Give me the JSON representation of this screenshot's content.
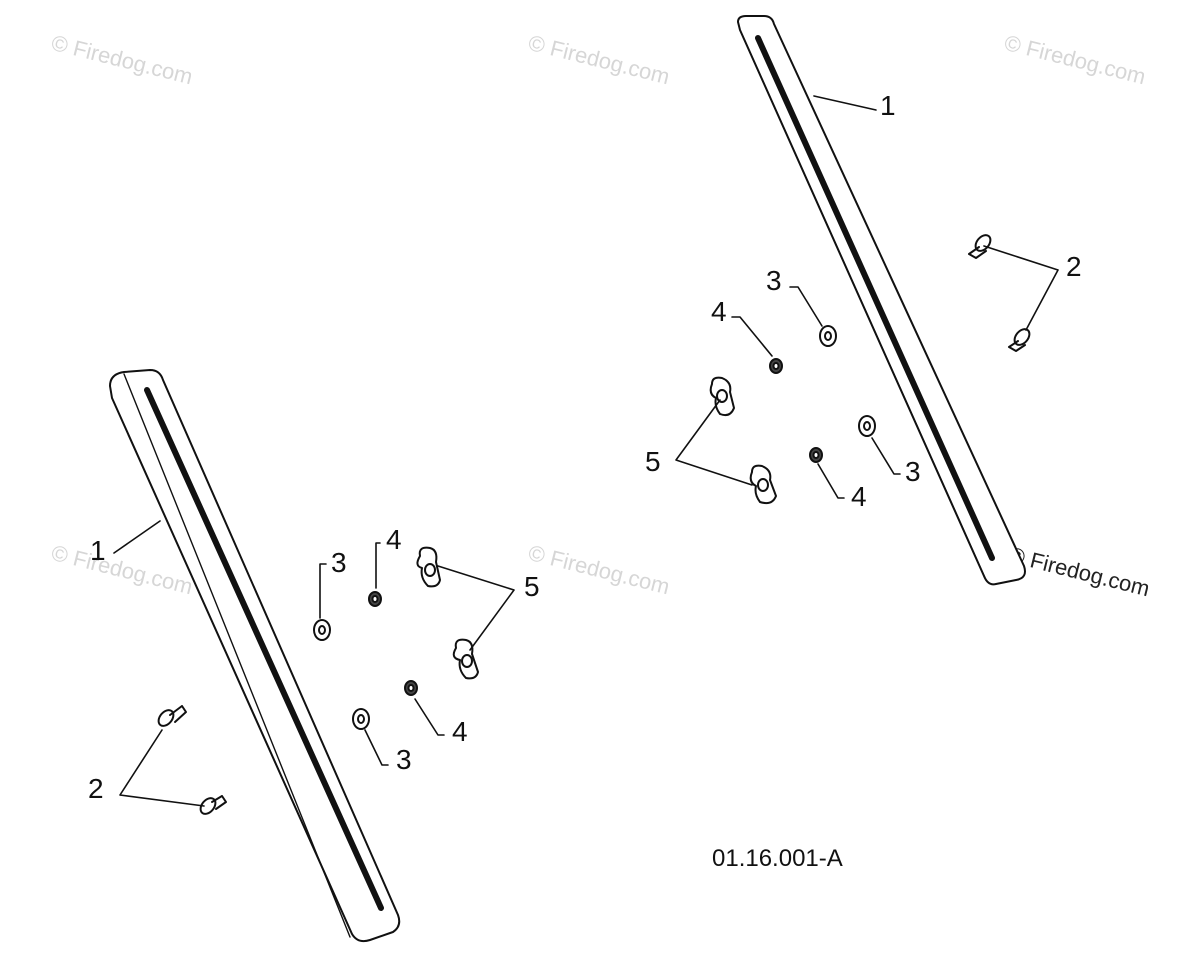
{
  "watermark": "© Firedog.com",
  "drawing_code": "01.16.001-A",
  "callouts": {
    "left": {
      "rail": "1",
      "bolt": "2",
      "washer_top": "3",
      "washer_bottom": "3",
      "nut_top": "4",
      "nut_bottom": "4",
      "wing_nut": "5"
    },
    "right": {
      "rail": "1",
      "bolt": "2",
      "washer_top": "3",
      "washer_bottom": "3",
      "nut_top": "4",
      "nut_bottom": "4",
      "wing_nut": "5"
    }
  },
  "colors": {
    "line": "#111111",
    "watermark": "#d6d6d6",
    "background": "#ffffff"
  }
}
